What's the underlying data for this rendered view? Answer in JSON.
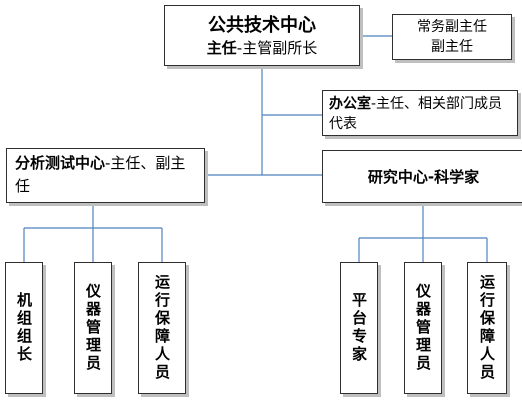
{
  "center": {
    "title": "公共技术中心",
    "subtitle_bold": "主任",
    "subtitle_rest": "-主管副所长"
  },
  "deputy": {
    "line1": "常务副主任",
    "line2": "副主任"
  },
  "office": {
    "name": "办公室",
    "rest": "-主任、相关部门成员代表"
  },
  "analysis": {
    "name": "分析测试中心",
    "rest": "-主任、副主任"
  },
  "research": {
    "name": "研究中心",
    "rest": "-科学家"
  },
  "analysis_children": [
    "机组组长",
    "仪器管理员",
    "运行保障人员"
  ],
  "research_children": [
    "平台专家",
    "仪器管理员",
    "运行保障人员"
  ],
  "colors": {
    "line": "#4f81bd",
    "border": "#2f2f2f",
    "shadow": "#bfbfbf"
  }
}
